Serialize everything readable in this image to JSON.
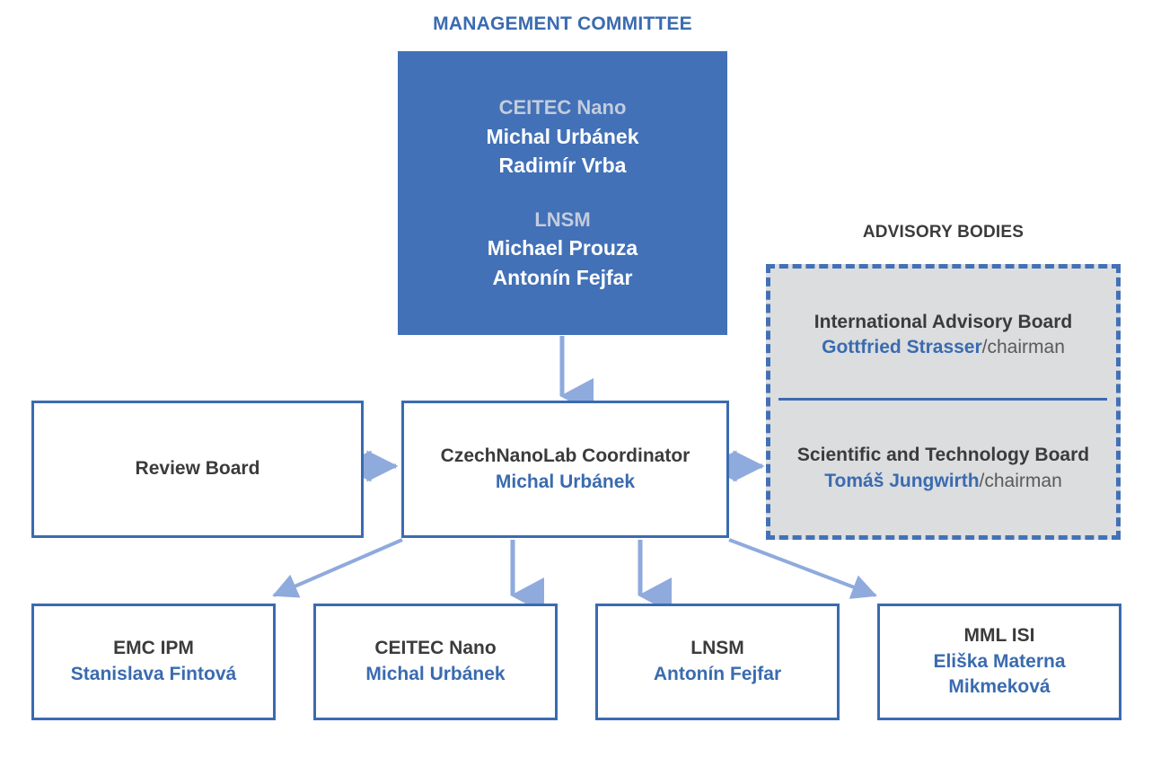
{
  "diagram": {
    "title_management": "MANAGEMENT COMMITTEE",
    "title_advisory": "ADVISORY BODIES",
    "colors": {
      "panel_blue": "#4271B7",
      "line_blue": "#3A6BB0",
      "arrow_blue": "#8FAADC",
      "advisory_fill": "#DCDDDE",
      "dark_text": "#3B3B3B",
      "light_unit_text": "#C3CCDD"
    }
  },
  "management_committee": {
    "groups": [
      {
        "unit": "CEITEC Nano",
        "members": [
          "Michal Urbánek",
          "Radimír Vrba"
        ]
      },
      {
        "unit": "LNSM",
        "members": [
          "Michael Prouza",
          "Antonín Fejfar"
        ]
      }
    ]
  },
  "advisory_bodies": {
    "boards": [
      {
        "name": "International Advisory Board",
        "chair_name": "Gottfried Strasser",
        "chair_role": "/chairman"
      },
      {
        "name": "Scientific and Technology Board",
        "chair_name": "Tomáš Jungwirth",
        "chair_role": "/chairman"
      }
    ]
  },
  "review_board": {
    "label": "Review Board"
  },
  "coordinator": {
    "title": "CzechNanoLab Coordinator",
    "person": "Michal Urbánek"
  },
  "units": [
    {
      "name": "EMC IPM",
      "person": "Stanislava Fintová",
      "person2": ""
    },
    {
      "name": "CEITEC Nano",
      "person": "Michal Urbánek",
      "person2": ""
    },
    {
      "name": "LNSM",
      "person": "Antonín Fejfar",
      "person2": ""
    },
    {
      "name": "MML ISI",
      "person": "Eliška Materna",
      "person2": "Mikmeková"
    }
  ]
}
